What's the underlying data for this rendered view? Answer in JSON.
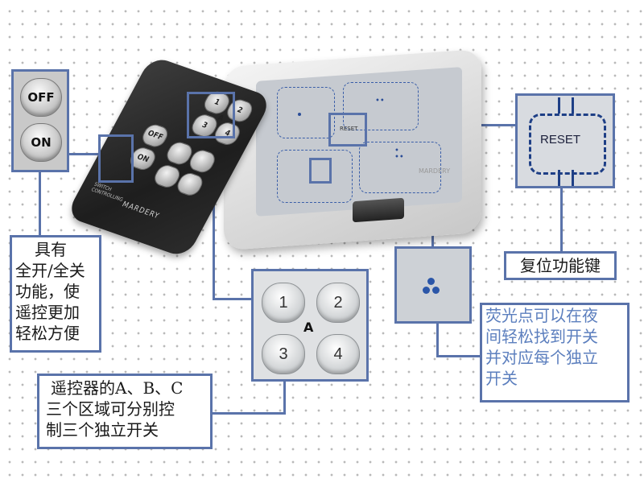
{
  "remote": {
    "brand": "MARDERY",
    "sub_label": "SWITCH CONTROLLING",
    "off_label": "OFF",
    "on_label": "ON",
    "zone_label": "A",
    "key_labels": [
      "1",
      "2",
      "3",
      "4"
    ]
  },
  "panel": {
    "reset_label": "RESET",
    "brand": "MARDERY"
  },
  "callouts": {
    "onoff": {
      "off": "OFF",
      "on": "ON"
    },
    "onoff_desc": [
      "具有",
      "全开/全关",
      "功能，使",
      "遥控更加",
      "轻松方便"
    ],
    "reset_zoom_label": "RESET",
    "reset_desc": "复位功能键",
    "fluor_desc": [
      "荧光点可以在夜",
      "间轻松找到开关",
      "并对应每个独立",
      "开关"
    ],
    "keypad": {
      "zone": "A",
      "keys": [
        "1",
        "2",
        "3",
        "4"
      ]
    },
    "keypad_desc": [
      "遥控器的A、B、C",
      "三个区域可分别控",
      "制三个独立开关"
    ]
  },
  "colors": {
    "frame": "#5a73aa",
    "fluor_text": "#5c7fbe",
    "dash": "#3a5ea8"
  }
}
